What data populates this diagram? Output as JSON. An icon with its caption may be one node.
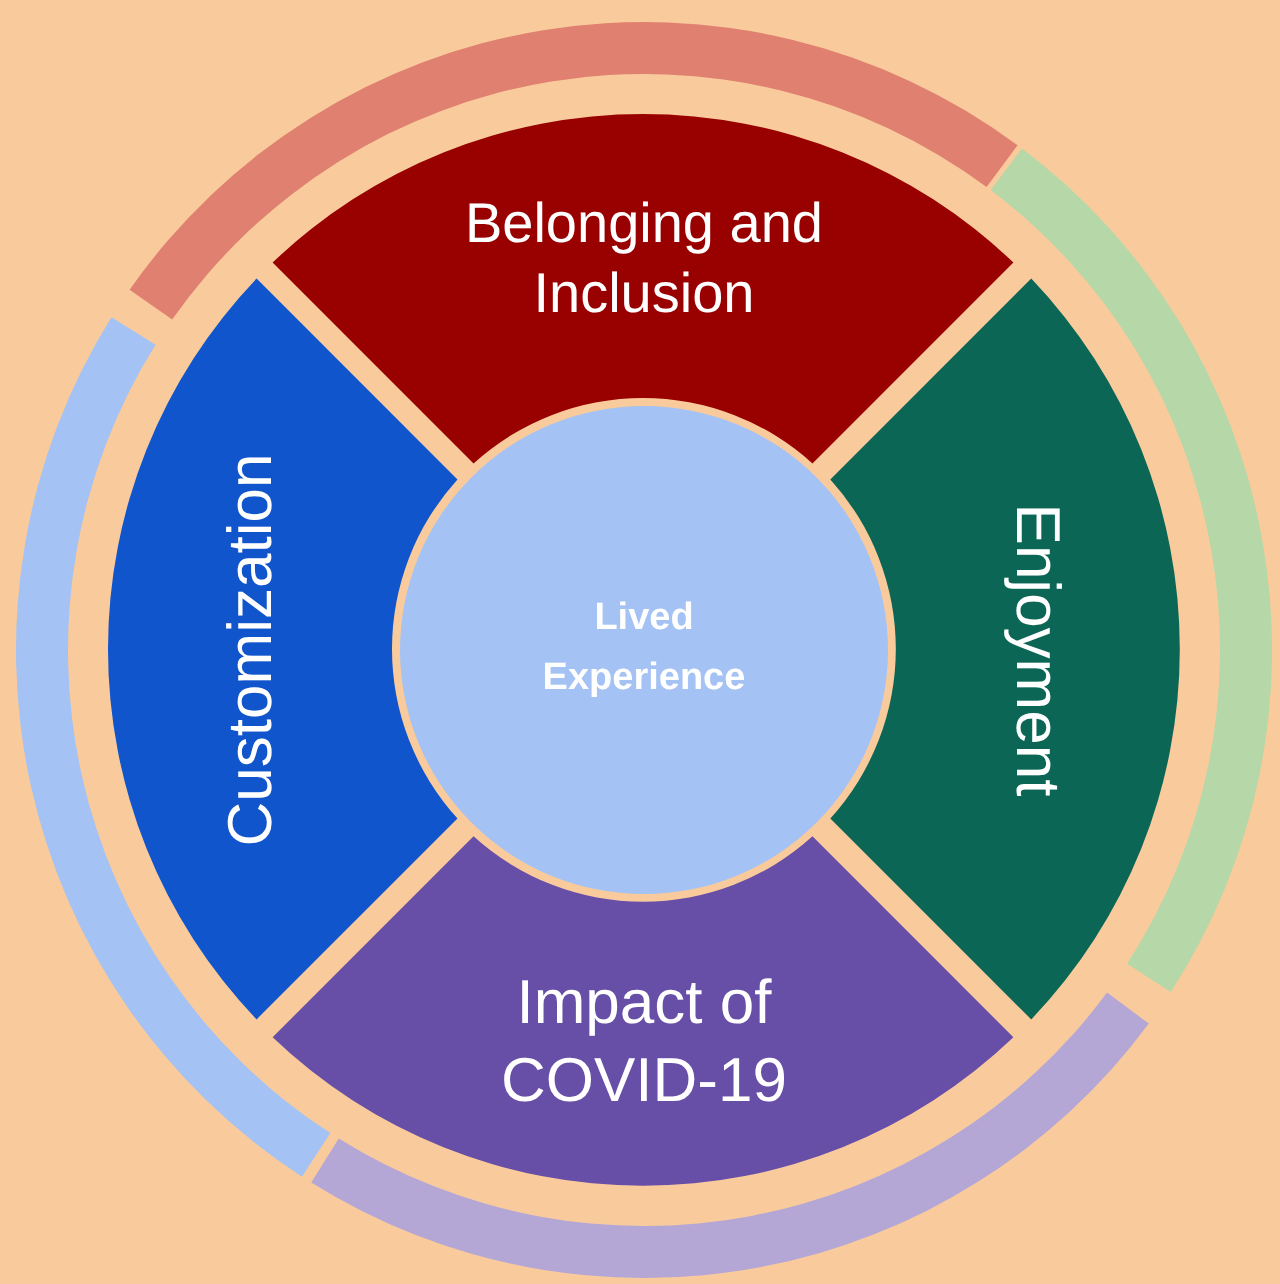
{
  "diagram": {
    "nodes": [
      {
        "text": [
          "Lived Experience"
        ]
      },
      {
        "text": [
          "Belonging and Inclusion"
        ]
      },
      {
        "text": [
          "Enjoyment"
        ]
      },
      {
        "text": [
          "Impact of COVID-19"
        ]
      },
      {
        "text": [
          "Customization"
        ]
      }
    ]
  }
}
